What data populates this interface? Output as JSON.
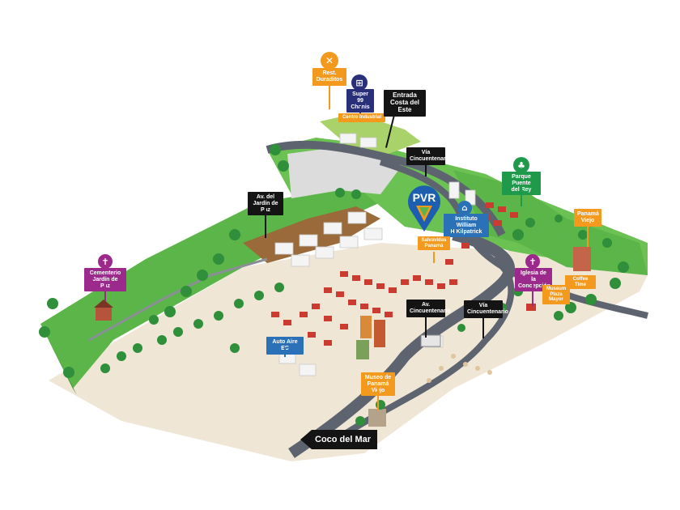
{
  "map": {
    "labels": {
      "rest_duraditos": "Rest.\nDuraditos",
      "super99": "Super 99\nChanis",
      "centro_industrial": "Centro Industrial",
      "entrada_costa": "Entrada\nCosta del Este",
      "via_cincuentenario_top": "Vía\nCincuentenario",
      "parque_puente": "Parque Puente\ndel Rey",
      "instituto": "Instituto William\nH Kilpatrick",
      "salvavidas": "Salvavidas\nPanamá",
      "av_jardin": "Av. del\nJardín de Paz",
      "cementerio": "Cementerio\nJardín de Paz",
      "panama_viejo": "Panamá\nViejo",
      "iglesia": "Iglesia de la\nConcepción",
      "coffee_time": "Coffee Time",
      "museum_plaza": "Museum\nPlaza Mayor",
      "via_cincuentenario_right": "Vía\nCincuentenario",
      "av_cincuentenario": "Av.\nCincuentenario",
      "auto_aire": "Auto Aire EC",
      "museo": "Museo de\nPanamá Viejo",
      "coco_del_mar": "Coco del Mar",
      "pvr": "PVR"
    },
    "icons": {
      "restaurant": "fork-knife-icon",
      "supermarket": "cart-icon",
      "park": "tree-icon",
      "school": "graduation-cap-icon",
      "church": "cross-icon",
      "cemetery": "cross-icon"
    },
    "colors": {
      "grass": "#5cb548",
      "road": "#5d6470",
      "sand": "#efe6d6",
      "label_black": "#141414",
      "label_orange": "#f39a1e",
      "label_purple": "#9c2a8c",
      "label_blue": "#2a71b8",
      "label_green": "#1f9a4a",
      "pvr_blue": "#1d5fae"
    }
  }
}
